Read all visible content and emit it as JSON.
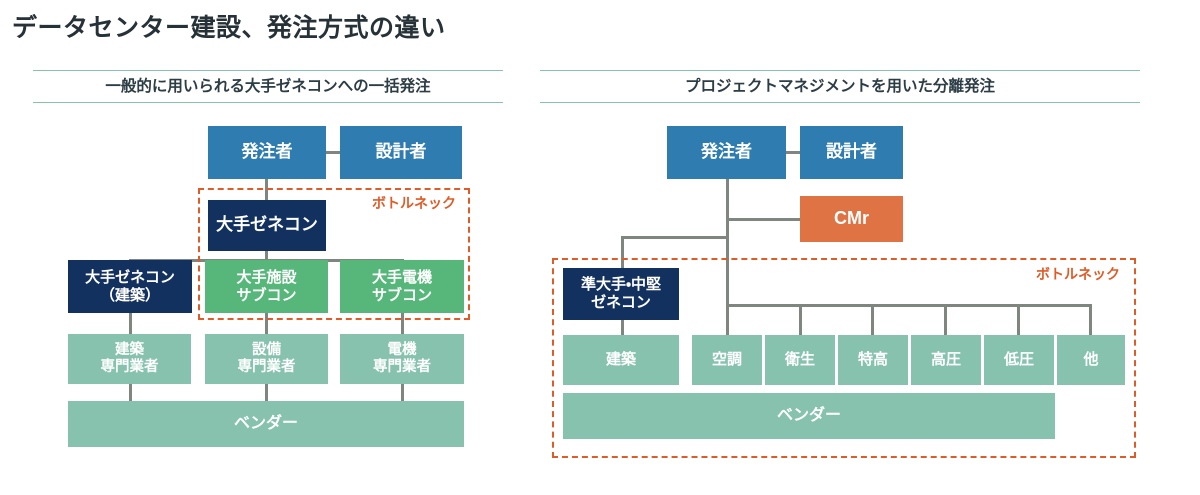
{
  "title": "データセンター建設、発注方式の違い",
  "colors": {
    "blue": "#2f7cb0",
    "navy": "#13315f",
    "green": "#57b77a",
    "teal": "#86c2ad",
    "orange": "#df7343",
    "bottleneck_outline": "#df5c27",
    "rule": "#86c2ad",
    "connector": "#7f857f",
    "title_text": "#263238"
  },
  "left_panel": {
    "heading": "一般的に用いられる大手ゼネコンへの一括発注",
    "bottleneck_label": "ボトルネック",
    "nodes": {
      "client": "発注者",
      "designer": "設計者",
      "general_contractor": "大手ゼネコン",
      "gc_building": "大手ゼネコン\n（建築）",
      "facility_sub": "大手施設\nサブコン",
      "electric_sub": "大手電機\nサブコン",
      "spec_building": "建築\n専門業者",
      "spec_facility": "設備\n専門業者",
      "spec_electric": "電機\n専門業者",
      "vendor": "ベンダー"
    }
  },
  "right_panel": {
    "heading": "プロジェクトマネジメントを用いた分離発注",
    "bottleneck_label": "ボトルネック",
    "nodes": {
      "client": "発注者",
      "designer": "設計者",
      "cmr": "CMr",
      "mid_contractor": "準大手・中堅\nゼネコン",
      "trade_building": "建築",
      "trade_hvac": "空調",
      "trade_sanitary": "衛生",
      "trade_extrahigh": "特高",
      "trade_highvolt": "高圧",
      "trade_lowvolt": "低圧",
      "trade_other": "他",
      "vendor": "ベンダー"
    }
  }
}
